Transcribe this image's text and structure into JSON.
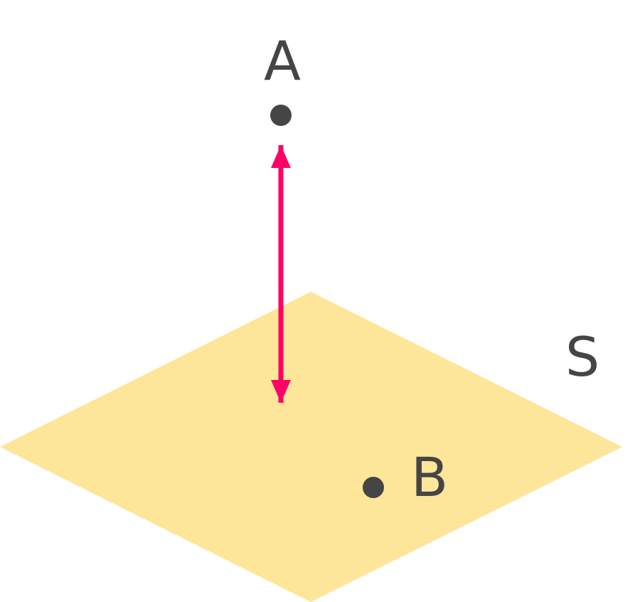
{
  "labels": {
    "point_a": "A",
    "point_b": "B",
    "plane": "S"
  },
  "colors": {
    "plane_fill": "#FDE59A",
    "point_fill": "#454545",
    "arrow": "#FF0066",
    "text": "#454545"
  }
}
